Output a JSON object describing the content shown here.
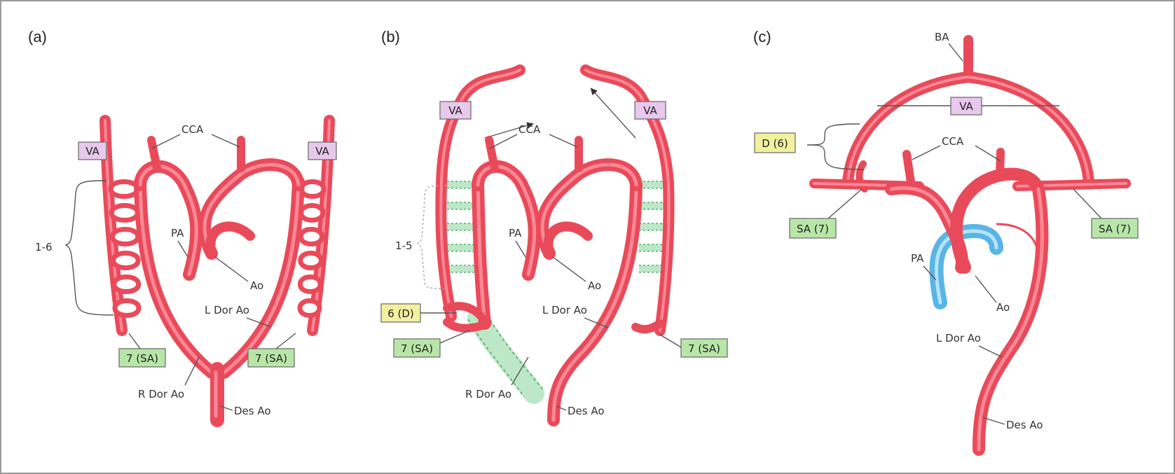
{
  "colors": {
    "artery": "#e94a5a",
    "artery_highlight": "#ff97a5",
    "artery_dark": "#b8202f",
    "pulmonary": "#59b5e6",
    "pulmonary_highlight": "#b8e3f8",
    "regressed": "#bde8c8",
    "va_box": "#e8c8ec",
    "sa_box": "#b8e6a8",
    "d_box": "#f2f1a0",
    "frame": "#9a9a9a"
  },
  "panels": {
    "a": {
      "letter": "(a)",
      "arch_range": "1-6",
      "labels": {
        "va_left": "VA",
        "va_right": "VA",
        "cca": "CCA",
        "pa": "PA",
        "ao": "Ao",
        "l_dor_ao": "L Dor Ao",
        "r_dor_ao": "R Dor Ao",
        "des_ao": "Des Ao",
        "sa_left": "7 (SA)",
        "sa_right": "7 (SA)"
      }
    },
    "b": {
      "letter": "(b)",
      "arch_range": "1-5",
      "labels": {
        "va_left": "VA",
        "va_right": "VA",
        "cca": "CCA",
        "pa": "PA",
        "ao": "Ao",
        "l_dor_ao": "L Dor Ao",
        "r_dor_ao": "R Dor Ao",
        "des_ao": "Des Ao",
        "d": "6 (D)",
        "sa_left": "7 (SA)",
        "sa_right": "7 (SA)"
      }
    },
    "c": {
      "letter": "(c)",
      "labels": {
        "ba": "BA",
        "va": "VA",
        "d": "D (6)",
        "cca": "CCA",
        "pa": "PA",
        "ao": "Ao",
        "l_dor_ao": "L Dor Ao",
        "des_ao": "Des Ao",
        "sa_left": "SA (7)",
        "sa_right": "SA (7)"
      }
    }
  }
}
